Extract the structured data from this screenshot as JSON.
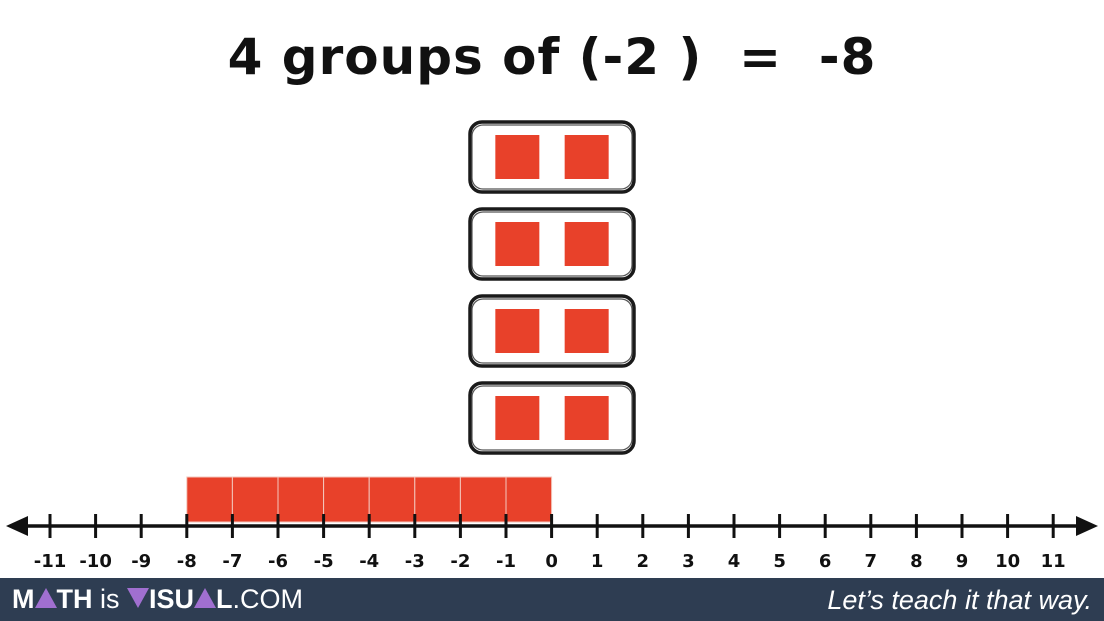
{
  "title": "4 groups of (-2 )  =  -8",
  "diagram": {
    "groups": 4,
    "counters_per_group": 2,
    "counter_color": "#e8412a",
    "bar_start": -8,
    "bar_end": 0,
    "bar_unit_count": 8,
    "number_line": {
      "min": -11,
      "max": 11,
      "tick_labels": [
        "-11",
        "-10",
        "-9",
        "-8",
        "-7",
        "-6",
        "-5",
        "-4",
        "-3",
        "-2",
        "-1",
        "0",
        "1",
        "2",
        "3",
        "4",
        "5",
        "6",
        "7",
        "8",
        "9",
        "10",
        "11"
      ]
    }
  },
  "footer": {
    "brand_part1_a": "M",
    "brand_part1_b": "TH",
    "brand_mid": " is ",
    "brand_part2_a": "V",
    "brand_part2_b": "ISU",
    "brand_part2_c": "L",
    "brand_suffix": ".COM",
    "tagline": "Let’s teach it that way.",
    "background_color": "#2e3d52",
    "accent_color": "#a06fd0"
  }
}
